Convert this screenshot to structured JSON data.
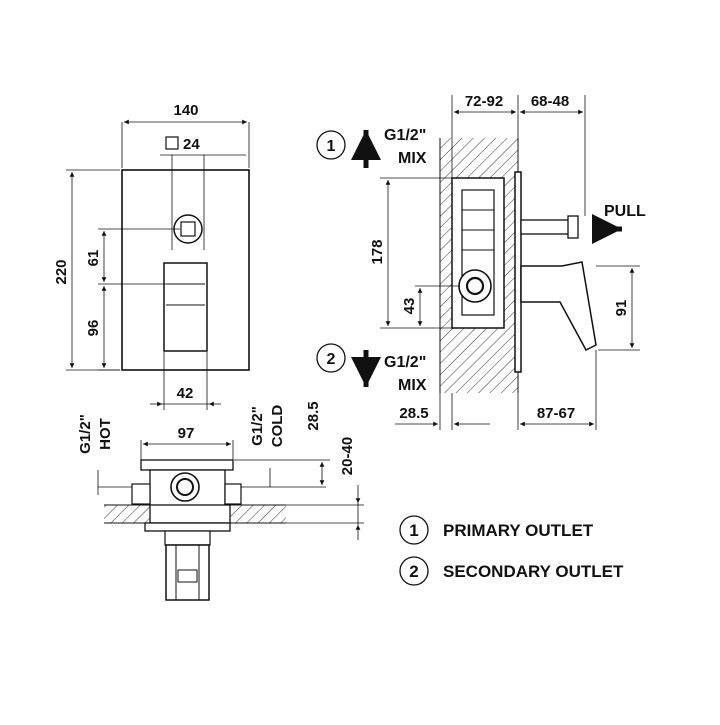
{
  "front_view": {
    "width": "140",
    "knob": "24",
    "height": "220",
    "upper": "61",
    "lower": "96",
    "lever_width": "42"
  },
  "side_view": {
    "depth_1": "72-92",
    "depth_2": "68-48",
    "port_height": "178",
    "center_offset": "43",
    "lever_height": "91",
    "wall_offset": "28.5",
    "projection": "87-67",
    "pull": "PULL",
    "outlet_1_size": "G1/2\"",
    "outlet_1_label": "MIX",
    "outlet_2_size": "G1/2\"",
    "outlet_2_label": "MIX",
    "outlet_1_number": "1",
    "outlet_2_number": "2"
  },
  "plan_view": {
    "width": "97",
    "hot_size": "G1/2\"",
    "hot_label": "HOT",
    "cold_size": "G1/2\"",
    "cold_label": "COLD",
    "offset": "28.5",
    "wall_range": "20-40"
  },
  "legend": [
    {
      "number": "1",
      "label": "PRIMARY OUTLET"
    },
    {
      "number": "2",
      "label": "SECONDARY OUTLET"
    }
  ]
}
